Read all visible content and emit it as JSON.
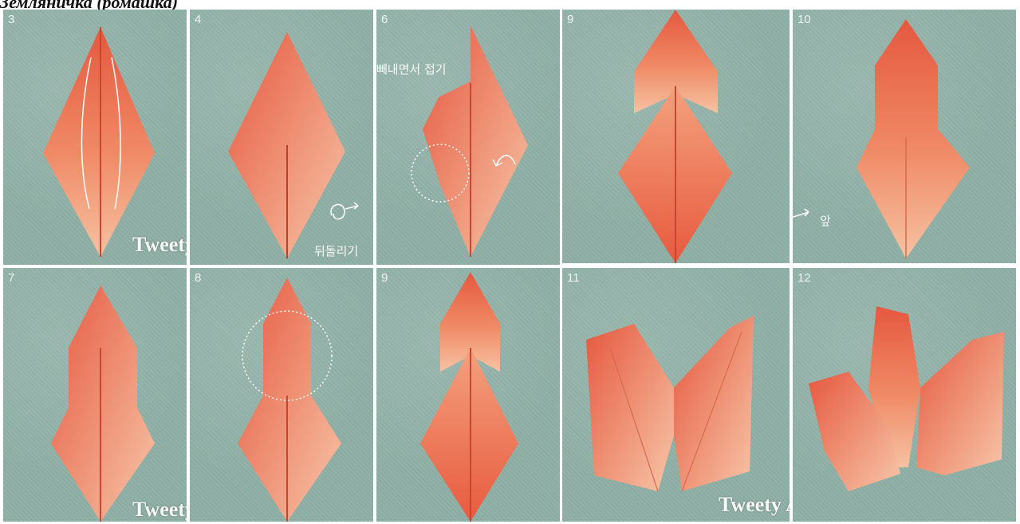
{
  "header": {
    "title": "Земляничка (ромашка)"
  },
  "colors": {
    "paper_light": "#f4b08e",
    "paper_dark": "#e5583f",
    "background": "#8fb0a6",
    "divider": "#ffffff"
  },
  "watermarks": {
    "left_top": "TweetyAtelier",
    "left_bottom": "TweetyAtelier",
    "right_bottom": "Tweety Atelier"
  },
  "panels": [
    {
      "step": "3"
    },
    {
      "step": "4",
      "note": "뒤돌리기",
      "icon": "flip-over-icon"
    },
    {
      "step": "6",
      "note": "빼내면서 접기",
      "icon": "curved-arrow-icon"
    },
    {
      "step": "9"
    },
    {
      "step": "10",
      "note": "앞",
      "icon": "flip-over-icon"
    },
    {
      "step": "7"
    },
    {
      "step": "8"
    },
    {
      "step": "9"
    },
    {
      "step": "11"
    },
    {
      "step": "12"
    }
  ]
}
